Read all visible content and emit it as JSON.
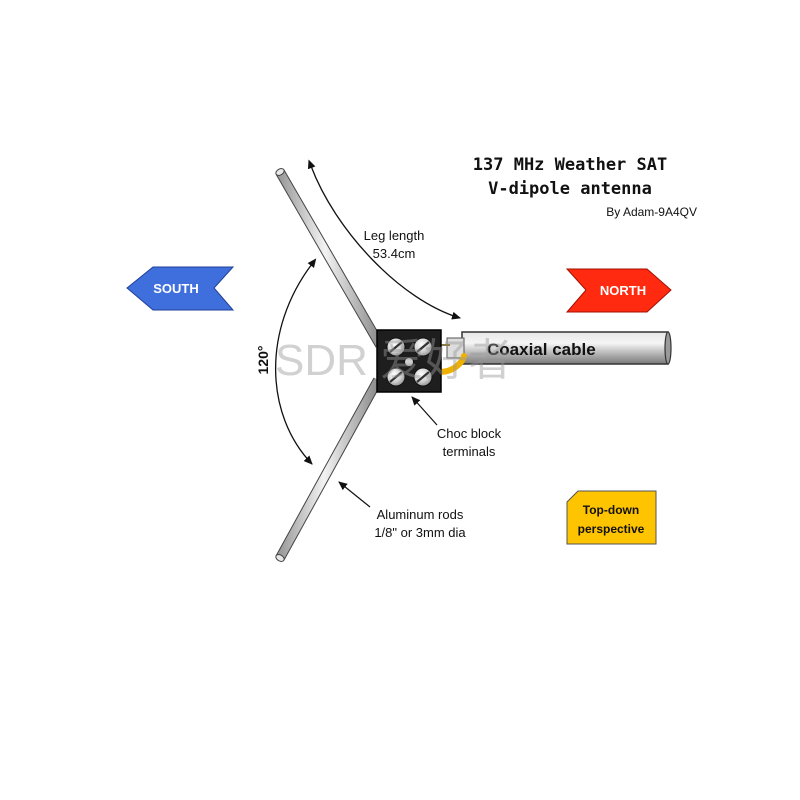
{
  "title": {
    "line1": "137 MHz Weather SAT",
    "line2": "V-dipole antenna",
    "author": "By Adam-9A4QV"
  },
  "labels": {
    "leg_length": "Leg length",
    "leg_length_value": "53.4cm",
    "angle": "120°",
    "coax": "Coaxial cable",
    "choc_line1": "Choc block",
    "choc_line2": "terminals",
    "rods_line1": "Aluminum rods",
    "rods_line2": "1/8\" or 3mm dia",
    "perspective_line1": "Top-down",
    "perspective_line2": "perspective"
  },
  "directions": {
    "south": "SOUTH",
    "north": "NORTH"
  },
  "watermark": "SDR 爱好者",
  "colors": {
    "south_arrow": "#3f6fdc",
    "north_arrow": "#ff2a10",
    "perspective_box": "#ffc400",
    "rod": "#c8c8c8",
    "coax": "#b8b8b8",
    "wire": "#f0b000",
    "block": "#222222"
  },
  "icons": {
    "screw": "terminal-screw-icon"
  }
}
